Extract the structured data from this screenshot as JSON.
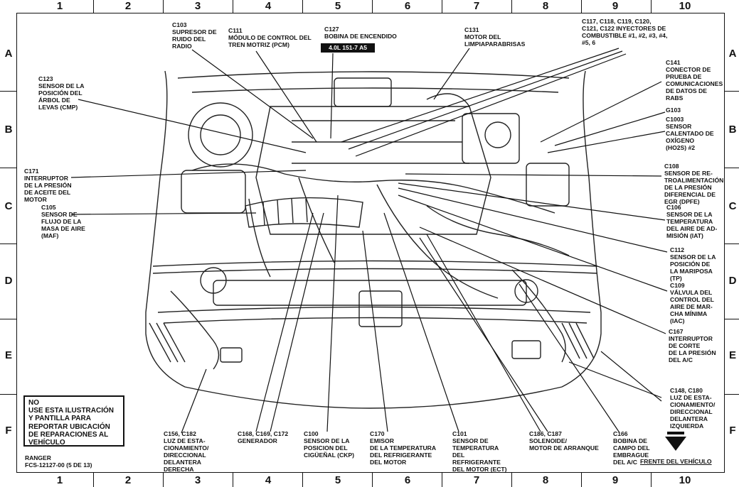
{
  "grid": {
    "columns": [
      "1",
      "2",
      "3",
      "4",
      "5",
      "6",
      "7",
      "8",
      "9",
      "10"
    ],
    "rows": [
      "A",
      "B",
      "C",
      "D",
      "E",
      "F"
    ]
  },
  "part_number_box": "4.0L 151-7 A5",
  "callouts": {
    "c103": "C103\nSUPRESOR DE\nRUIDO DEL\nRADIO",
    "c111": "C111\nMÓDULO DE CONTROL DEL\nTREN MOTRIZ (PCM)",
    "c127": "C127\nBOBINA DE ENCENDIDO",
    "c131": "C131\nMOTOR DEL\nLIMPIAPARABRISAS",
    "c117": "C117, C118, C119, C120,\nC121, C122 INYECTORES DE\nCOMBUSTIBLE #1, #2, #3, #4,\n#5, 6",
    "c123": "C123\nSENSOR DE LA\nPOSICIÓN DEL\nÁRBOL DE\nLEVAS (CMP)",
    "c141": "C141\nCONECTOR DE\nPRUEBA DE\nCOMUNICACIONES\nDE DATOS DE\nRABS",
    "g103": "G103",
    "c1003": "C1003\nSENSOR\nCALENTADO DE\nOXÍGENO\n(HO2S) #2",
    "c171": "C171\nINTERRUPTOR\nDE LA PRESIÓN\nDE ACEITE DEL\nMOTOR",
    "c108": "C108\nSENSOR DE RE-\nTROALIMENTACIÓN\nDE LA PRESIÓN\nDIFERENCIAL DE\nEGR (DPFE)",
    "c105": "C105\nSENSOR DE\nFLUJO DE LA\nMASA DE AIRE\n(MAF)",
    "c106": "C106\nSENSOR DE LA\nTEMPERATURA\nDEL AIRE DE AD-\nMISIÓN (IAT)",
    "c112": "C112\nSENSOR DE LA\nPOSICIÓN DE\nLA MARIPOSA\n(TP)",
    "c109": "C109\nVÁLVULA DEL\nCONTROL DEL\nAIRE DE MAR-\nCHA MÍNIMA\n(IAC)",
    "c167": "C167\nINTERRUPTOR\nDE CORTE\nDE LA PRESIÓN\nDEL A/C",
    "c148": "C148, C180\nLUZ DE ESTA-\nCIONAMIENTO/\nDIRECCIONAL\nDELANTERA\nIZQUIERDA",
    "c156": "C156, C182\nLUZ DE ESTA-\nCIONAMIENTO/\nDIRECCIONAL\nDELANTERA\nDERECHA",
    "c168": "C168, C169, C172\nGENERADOR",
    "c100": "C100\nSENSOR DE LA\nPOSICION DEL\nCIGÜEÑAL (CKP)",
    "c170": "C170\nEMISOR\nDE LA TEMPERATURA\nDEL REFRIGERANTE\nDEL MOTOR",
    "c101": "C101\nSENSOR DE\nTEMPERATURA\nDEL\nREFRIGERANTE\nDEL MOTOR (ECT)",
    "c186": "C186, C187\nSOLENOIDE/\nMOTOR DE ARRANQUE",
    "c166": "C166\nBOBINA DE\nCAMPO DEL\nEMBRAGUE\nDEL A/C"
  },
  "note": "NO\nUSE ESTA ILUSTRACIÓN\nY PANTILLA PARA\nREPORTAR UBICACIÓN\nDE REPARACIONES AL\nVEHÍCULO",
  "footer": "RANGER\nFCS-12127-00 (5 DE 13)",
  "front_label": "FRENTE DEL VEHÍCULO"
}
